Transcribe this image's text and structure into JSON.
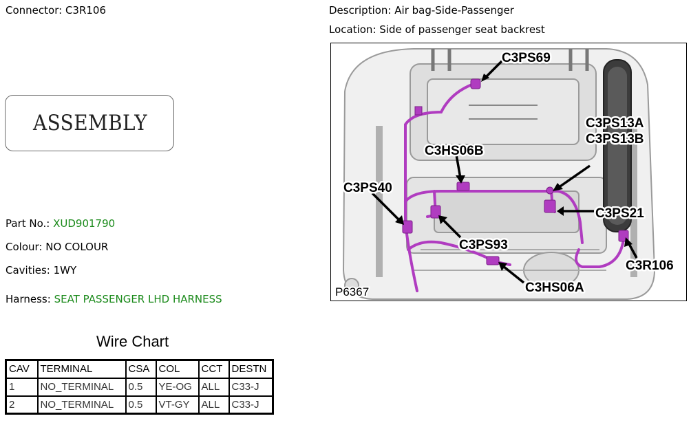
{
  "connector": {
    "label": "Connector:",
    "value": "C3R106"
  },
  "description": {
    "label": "Description:",
    "value": "Air bag-Side-Passenger"
  },
  "location": {
    "label": "Location:",
    "value": "Side of passenger seat backrest"
  },
  "assembly_label": "ASSEMBLY",
  "part_no": {
    "label": "Part No.:",
    "value": "XUD901790"
  },
  "colour": {
    "label": "Colour:",
    "value": "NO COLOUR"
  },
  "cavities": {
    "label": "Cavities:",
    "value": "1WY"
  },
  "harness": {
    "label": "Harness:",
    "value": "SEAT PASSENGER LHD HARNESS"
  },
  "colors": {
    "link_green": "#1a8a1a",
    "harness_magenta": "#b03cc0"
  },
  "wire_chart": {
    "title": "Wire Chart",
    "headers": [
      "CAV",
      "TERMINAL",
      "CSA",
      "COL",
      "CCT",
      "DESTN"
    ],
    "rows": [
      [
        "1",
        "NO_TERMINAL",
        "0.5",
        "YE-OG",
        "ALL",
        "C33-J"
      ],
      [
        "2",
        "NO_TERMINAL",
        "0.5",
        "VT-GY",
        "ALL",
        "C33-J"
      ]
    ]
  },
  "figure": {
    "id": "P6367",
    "callouts": {
      "c3ps69": "C3PS69",
      "c3ps13a": "C3PS13A",
      "c3ps13b": "C3PS13B",
      "c3hs06b": "C3HS06B",
      "c3ps40": "C3PS40",
      "c3ps21": "C3PS21",
      "c3ps93": "C3PS93",
      "c3r106": "C3R106",
      "c3hs06a": "C3HS06A"
    }
  }
}
